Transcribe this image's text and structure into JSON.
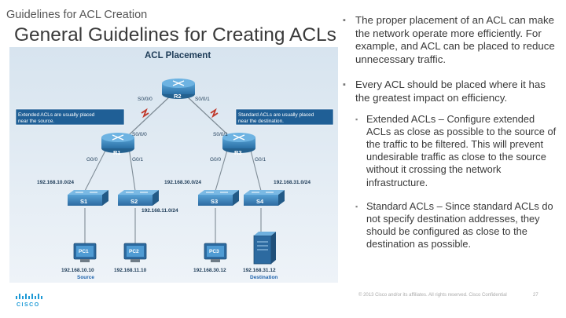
{
  "header": {
    "section_title": "Guidelines for ACL Creation",
    "slide_title": "General Guidelines for Creating ACLs"
  },
  "diagram": {
    "title": "ACL Placement",
    "callout_left": [
      "Extended ACLs are usually placed",
      "near the source."
    ],
    "callout_right": [
      "Standard ACLs are usually placed",
      "near the destination."
    ],
    "routers": [
      {
        "label": "R1"
      },
      {
        "label": "R2"
      },
      {
        "label": "R3"
      }
    ],
    "switches": [
      {
        "label": "S1"
      },
      {
        "label": "S2"
      },
      {
        "label": "S3"
      },
      {
        "label": "S4"
      }
    ],
    "interfaces": {
      "r2_left": "S0/0/0",
      "r2_right": "S0/0/1",
      "r1_serial": "S0/0/0",
      "r3_serial": "S0/0/1",
      "r1_g00": "G0/0",
      "r1_g01": "G0/1",
      "r3_g00": "G0/0",
      "r3_g01": "G0/1"
    },
    "networks": {
      "net10": "192.168.10.0/24",
      "net11": "192.168.11.0/24",
      "net30": "192.168.30.0/24",
      "net31": "192.168.31.0/24"
    },
    "hosts": [
      {
        "label": "PC1",
        "ip": "192.168.10.10",
        "role": "Source"
      },
      {
        "label": "PC2",
        "ip": "192.168.11.10",
        "role": ""
      },
      {
        "label": "PC3",
        "ip": "192.168.30.12",
        "role": ""
      },
      {
        "label": "",
        "ip": "192.168.31.12",
        "role": "Destination"
      }
    ],
    "colors": {
      "router": "#3f8fc4",
      "switch": "#3a86be",
      "link": "#7f8c96",
      "serial": "#c0392b",
      "callout_bg": "#1f5f96",
      "accent_label": "#1f63ad"
    }
  },
  "content": {
    "bullets": [
      {
        "text": "The proper placement of an ACL can make the network operate more efficiently.  For example, and ACL can be placed to reduce unnecessary traffic."
      },
      {
        "text": "Every ACL should be placed where it has the greatest impact on efficiency."
      }
    ],
    "sub_bullets": [
      {
        "text": "Extended ACLs – Configure extended ACLs as close as possible to the source of the traffic to be filtered.  This will prevent undesirable traffic as close to the source without it crossing the network infrastructure."
      },
      {
        "text": "Standard ACLs – Since standard ACLs do not specify destination addresses, they should be configured as close to the destination as possible."
      }
    ]
  },
  "footer": {
    "copyright": "© 2013 Cisco and/or its affiliates. All rights reserved.     Cisco Confidential",
    "page_number": "27"
  },
  "logo": {
    "icon": "cisco-logo",
    "text": "CISCO"
  }
}
